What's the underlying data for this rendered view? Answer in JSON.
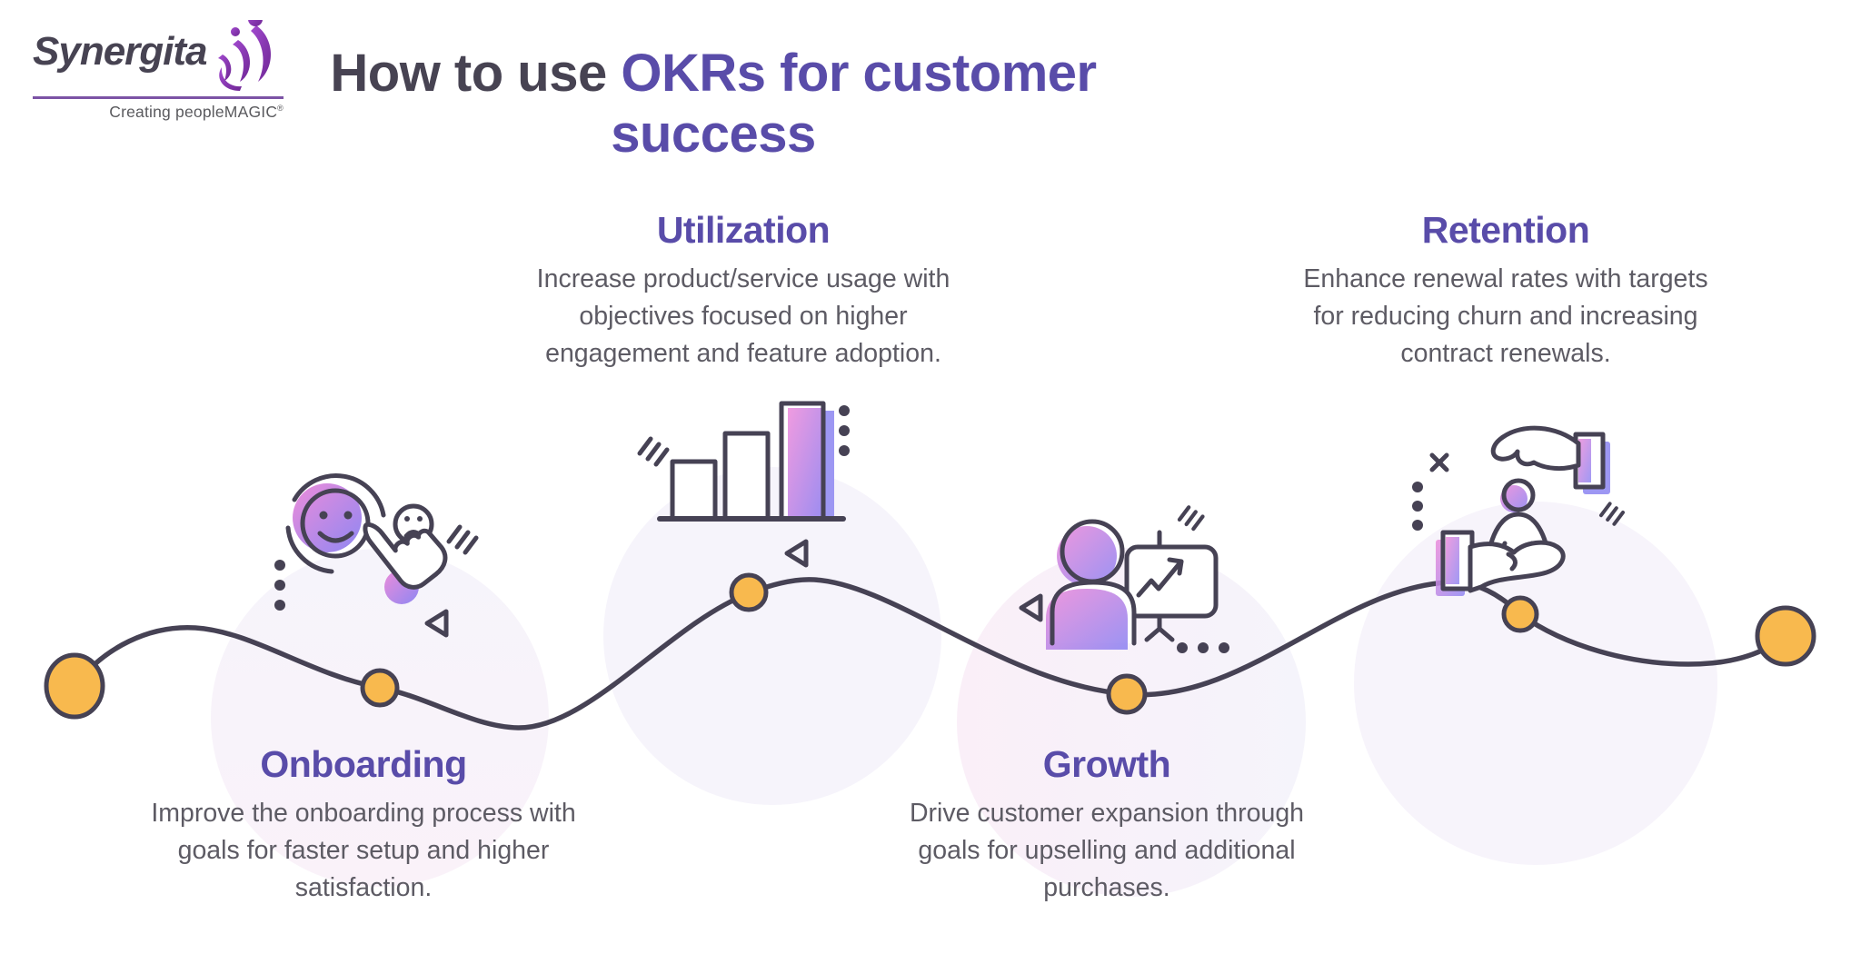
{
  "logo": {
    "name": "Synergita",
    "tagline": "Creating peopleMAGIC",
    "registered": "®",
    "icon": "peacock-swirl-icon"
  },
  "title": {
    "prefix": "How to use ",
    "highlight": "OKRs for customer success"
  },
  "stages": [
    {
      "id": "onboarding",
      "title": "Onboarding",
      "description": "Improve the onboarding process with goals for faster setup and higher satisfaction.",
      "icon": "satisfaction-click-icon"
    },
    {
      "id": "utilization",
      "title": "Utilization",
      "description": "Increase product/service usage with objectives focused on higher engagement and feature adoption.",
      "icon": "bar-chart-icon"
    },
    {
      "id": "growth",
      "title": "Growth",
      "description": "Drive customer expansion through goals for upselling and additional purchases.",
      "icon": "presentation-growth-icon"
    },
    {
      "id": "retention",
      "title": "Retention",
      "description": "Enhance renewal rates with targets for reducing churn and increasing contract renewals.",
      "icon": "care-hands-icon"
    }
  ],
  "path": {
    "node_count": 6,
    "style": "wavy journey line with orange milestone dots"
  },
  "colors": {
    "accent_purple": "#594CA9",
    "heading_dark": "#474352",
    "body_text": "#5D5B64",
    "icon_outline": "#464254",
    "node_orange": "#F8B94E",
    "gradient_pink": "#EC8CDA",
    "gradient_periwinkle": "#8F87F2",
    "shadow_periwinkle": "#9D97F3",
    "background_circle": "#F6F3FA",
    "logo_purple": "#8F37B8",
    "logo_rule_purple": "#7C53A5"
  }
}
